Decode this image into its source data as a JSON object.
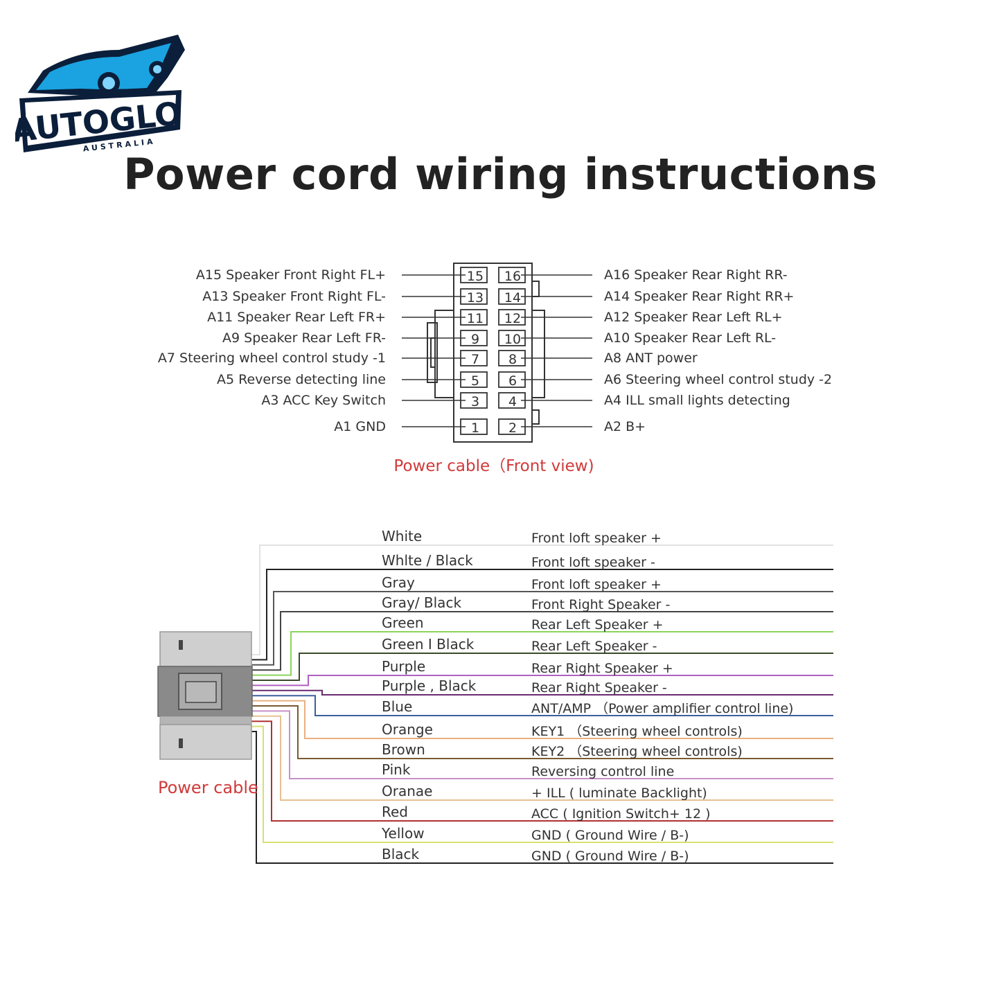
{
  "logo": {
    "brand": "AUTOGLO",
    "sub": "AUSTRALIA"
  },
  "title": "Power cord wiring instructions",
  "connector_diagram": {
    "caption": "Power cable（Front view)",
    "left_labels": [
      "A15 Speaker Front Right FL+",
      "A13 Speaker Front Right FL-",
      "A11 Speaker Rear Left FR+",
      "A9 Speaker Rear Left FR-",
      "A7 Steering wheel control study -1",
      "A5 Reverse detecting line",
      "A3 ACC Key Switch",
      "A1 GND"
    ],
    "right_labels": [
      "A16 Speaker Rear Right RR-",
      "A14 Speaker Rear Right RR+",
      "A12 Speaker Rear Left RL+",
      "A10 Speaker Rear Left RL-",
      "A8 ANT power",
      "A6 Steering wheel control study -2",
      "A4 ILL small lights detecting",
      "A2 B+"
    ],
    "left_pins": [
      "15",
      "13",
      "11",
      "9",
      "7",
      "5",
      "3",
      "1"
    ],
    "right_pins": [
      "16",
      "14",
      "12",
      "10",
      "8",
      "6",
      "4",
      "2"
    ]
  },
  "harness_diagram": {
    "label": "Power cable",
    "wires": [
      {
        "color_name": "White",
        "function": "Front loft speaker +",
        "wire_color": "#e2e2e2"
      },
      {
        "color_name": "Whlte / Black",
        "function": "Front loft speaker -",
        "wire_color": "#222222"
      },
      {
        "color_name": "Gray",
        "function": "Front loft speaker +",
        "wire_color": "#555555"
      },
      {
        "color_name": "Gray/ Black",
        "function": "Front Right Speaker -",
        "wire_color": "#444444"
      },
      {
        "color_name": "Green",
        "function": "Rear Left Speaker +",
        "wire_color": "#8bd45a"
      },
      {
        "color_name": "Green I Black",
        "function": "Rear Left Speaker -",
        "wire_color": "#3a4a2a"
      },
      {
        "color_name": "Purple",
        "function": "Rear Right Speaker +",
        "wire_color": "#b060c0"
      },
      {
        "color_name": "Purple , Black",
        "function": "Rear Right Speaker -",
        "wire_color": "#6a2a70"
      },
      {
        "color_name": "Blue",
        "function": "ANT/AMP （Power amplifier control line)",
        "wire_color": "#3b5f9e"
      },
      {
        "color_name": "Orange",
        "function": "KEY1 （Steering wheel controls)",
        "wire_color": "#e8b080"
      },
      {
        "color_name": "Brown",
        "function": "KEY2 （Steering wheel controls)",
        "wire_color": "#7a5a30"
      },
      {
        "color_name": "Pink",
        "function": "Reversing control line",
        "wire_color": "#c890c8"
      },
      {
        "color_name": "Oranae",
        "function": "+ ILL ( luminate Backlight)",
        "wire_color": "#e8c090"
      },
      {
        "color_name": "Red",
        "function": "ACC ( Ignition Switch+ 12 )",
        "wire_color": "#b03030"
      },
      {
        "color_name": "Yellow",
        "function": "GND ( Ground Wire / B-)",
        "wire_color": "#d8e070"
      },
      {
        "color_name": "Black",
        "function": "GND ( Ground Wire / B-)",
        "wire_color": "#222222"
      }
    ]
  },
  "colors": {
    "caption_red": "#d03a3a",
    "text": "#333333",
    "logo_blue": "#1aa3e0",
    "logo_dark": "#0b1e3a"
  }
}
